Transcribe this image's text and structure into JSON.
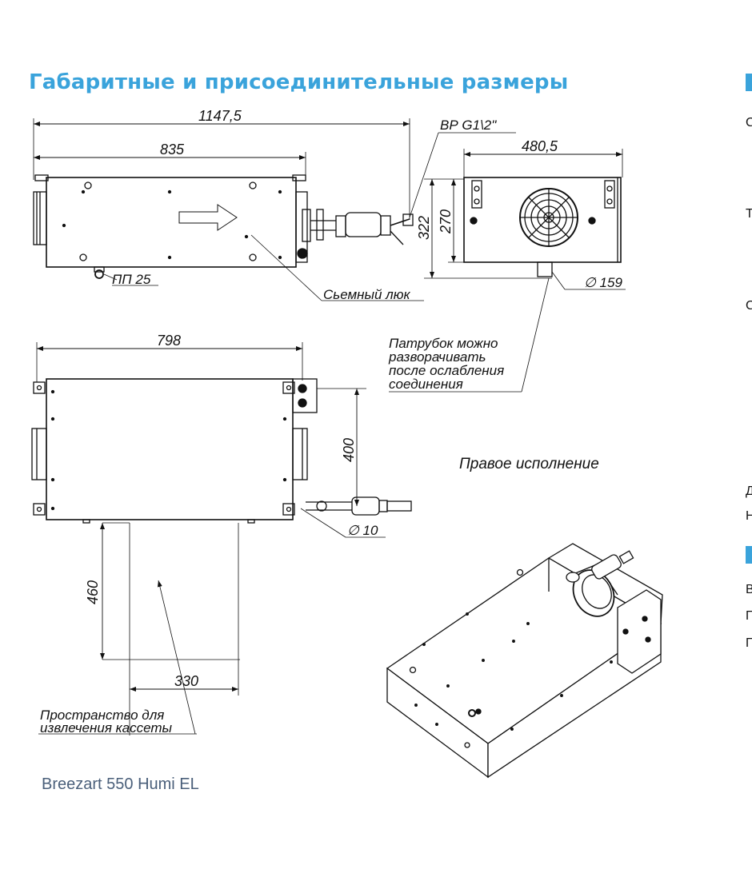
{
  "header": {
    "title": "Габаритные и присоединительные размеры"
  },
  "dimensions": {
    "overall_length": "1147,5",
    "body_length": "835",
    "side_width": "480,5",
    "height_outer": "322",
    "height_body": "270",
    "length_bottom": "798",
    "pipe_spacing": "400",
    "clearance_depth": "460",
    "clearance_width": "330"
  },
  "labels": {
    "thread": "ВР G1\\2\"",
    "drain": "ПП 25",
    "hatch": "Сьемный люк",
    "duct_diameter": "∅ 159",
    "pipe_diameter": "∅ 10",
    "rotate_note": [
      "Патрубок можно",
      " разворачивать",
      "после ослабления",
      "соединения"
    ],
    "right_version": "Правое исполнение",
    "cassette_note": [
      "Пространство для",
      "извлечения кассеты"
    ]
  },
  "right_column_letters": [
    "С",
    "Т",
    "С",
    "Д",
    "Н",
    "В",
    "П",
    "П"
  ],
  "footer": {
    "model": "Breezart 550 Humi EL"
  },
  "colors": {
    "accent": "#3aa3db",
    "model_text": "#4a5f7a"
  }
}
